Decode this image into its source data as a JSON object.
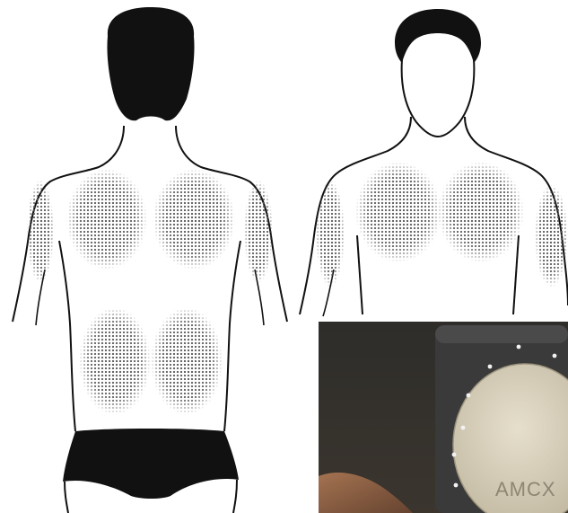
{
  "figures": [
    {
      "view": "back",
      "zones": [
        "left-arm",
        "left-upper-back",
        "right-upper-back",
        "right-arm",
        "left-lower-back",
        "right-lower-back"
      ]
    },
    {
      "view": "front",
      "zones": [
        "left-arm",
        "left-chest",
        "right-chest",
        "right-arm"
      ]
    }
  ],
  "photo": {
    "device_label": "AMCX"
  },
  "colors": {
    "outline": "#111111",
    "hair": "#111111",
    "zone_dot": "#5a5a5a",
    "device_face": "#d8d0bd",
    "device_body": "#3a3a3a",
    "photo_bg": "#2f2d2a"
  },
  "icons": [
    "back-figure-icon",
    "front-figure-icon",
    "device-photo"
  ]
}
